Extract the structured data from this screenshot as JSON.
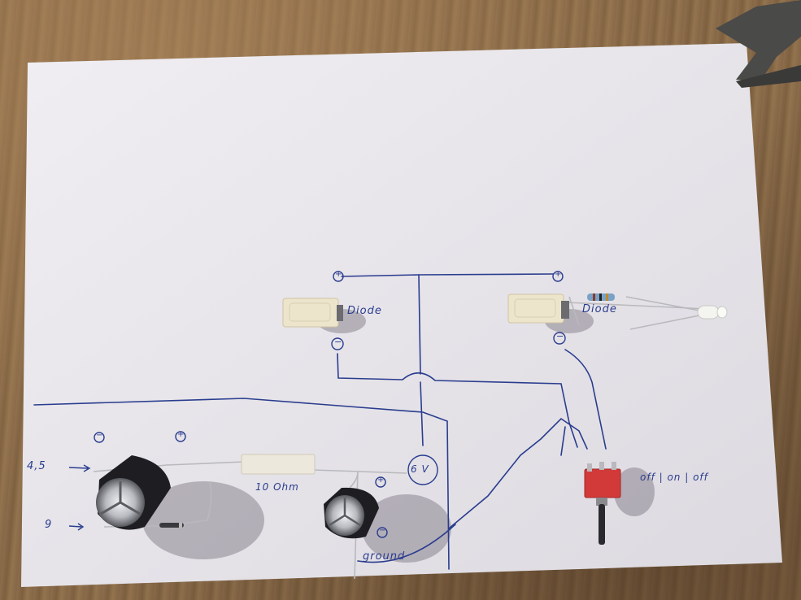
{
  "labels": {
    "diode_left": "Diode",
    "diode_right": "Diode",
    "resistor": "10 Ohm",
    "voltage": "6 V",
    "input_45": "4,5",
    "input_9": "9",
    "ground": "ground",
    "switch": "off | on | off",
    "plus": "+",
    "minus": "−"
  },
  "colors": {
    "paper": "#e9e7ec",
    "ink": "#2a3c8e",
    "capacitor": "#1e1e22",
    "switch": "#d23a3a"
  }
}
